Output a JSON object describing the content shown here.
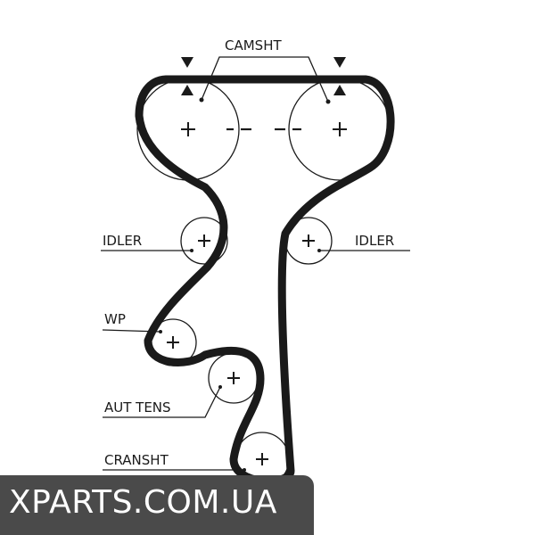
{
  "labels": {
    "camshaft": "CAMSHT",
    "idler_left": "IDLER",
    "idler_right": "IDLER",
    "water_pump": "WP",
    "auto_tensioner": "AUT TENS",
    "crankshaft": "CRANSHT"
  },
  "watermark": "XPARTS.COM.UA",
  "colors": {
    "ink": "#1a1a1a",
    "watermark_bg": "#4a4a4a",
    "watermark_text": "#ffffff"
  }
}
